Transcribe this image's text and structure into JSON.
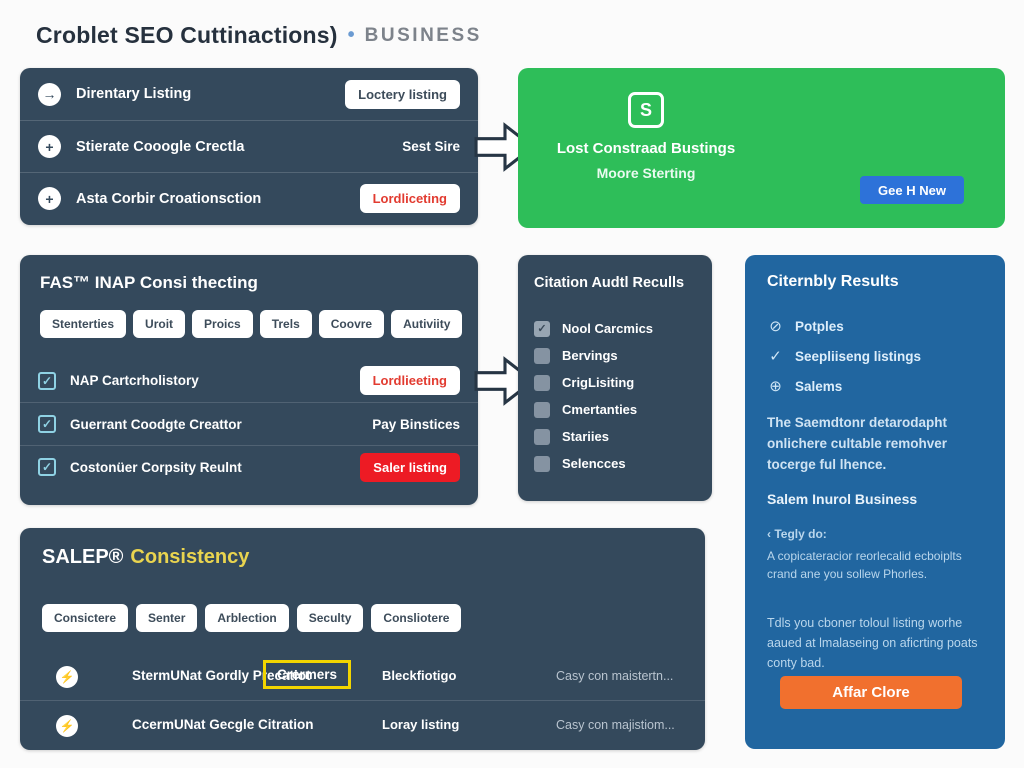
{
  "header": {
    "title": "Croblet SEO Cuttinactions)",
    "dot": "•",
    "badge": "BUSINESS"
  },
  "panel_directory": {
    "rows": [
      {
        "icon_glyph": "→",
        "label": "Direntary Listing",
        "action": "Loctery listing"
      },
      {
        "icon_glyph": "+",
        "label": "Stierate Cooogle Crectla",
        "action": "Sest Sire"
      },
      {
        "icon_glyph": "+",
        "label": "Asta Corbir Croationsction",
        "action": "Lordliceting"
      }
    ]
  },
  "panel_green": {
    "icon_letter": "S",
    "title": "Lost Constraad Bustings",
    "subtitle": "Moore Sterting",
    "button": "Gee H New",
    "button_color": "#2d72d9",
    "bg_color": "#2ebe59"
  },
  "panel_nap": {
    "title": "FAS™ INAP Consi thecting",
    "chips": [
      "Stenterties",
      "Uroit",
      "Proics",
      "Trels",
      "Coovre",
      "Autiviity"
    ],
    "check_glyph": "✓",
    "rows": [
      {
        "label": "NAP Cartcrholistory",
        "action": "Lordlieeting"
      },
      {
        "label": "Guerrant Coodgte Creattor",
        "action": "Pay Binstices"
      },
      {
        "label": "Costonüer Corpsity Reulnt",
        "action": "Saler listing"
      }
    ]
  },
  "panel_audit": {
    "title": "Citation Audtl Reculls",
    "check_glyph": "✓",
    "items": [
      {
        "label": "Nool Carcmics",
        "checked": true
      },
      {
        "label": "Bervings",
        "checked": false
      },
      {
        "label": "CrigLisiting",
        "checked": false
      },
      {
        "label": "Cmertanties",
        "checked": false
      },
      {
        "label": "Stariies",
        "checked": false
      },
      {
        "label": "Selencces",
        "checked": false
      }
    ]
  },
  "panel_results": {
    "title": "Citernbly Results",
    "items": [
      {
        "icon_glyph": "⊘",
        "icon_name": "no-entry-icon",
        "label": "Potples"
      },
      {
        "icon_glyph": "✓",
        "icon_name": "check-icon",
        "label": "Seepliiseng listings"
      },
      {
        "icon_glyph": "⊕",
        "icon_name": "globe-icon",
        "label": "Salems"
      }
    ],
    "paragraph1": "The Saemdtonr detarodapht onlichere cultable remohver tocerge ful lhence.",
    "subhead": "Salem Inurol Business",
    "note_title": "‹ Tegly do:",
    "note_body": "A copicateracior reorlecalid ecboiplts crand ane you sollew Phorles.",
    "paragraph2": "Tdls you cboner toloul listing worhe aaued at lmalaseing on aficrting poats conty bad.",
    "button": "Affar Clore",
    "button_color": "#f1702e",
    "bg_color": "#2166a0"
  },
  "panel_salep": {
    "title_main": "SALEP®",
    "title_accent": "Consistency",
    "accent_color": "#e9d44f",
    "highlight_border_color": "#f2d500",
    "chips": [
      "Consictere",
      "Senter",
      "Arblection",
      "Seculty",
      "Consliotere"
    ],
    "bolt_glyph": "⚡",
    "rows": [
      {
        "label": "StermUNat Gordly Precatiot",
        "highlight": "Crermers",
        "middle": "Bleckfiotigo",
        "right": "Casy con maistertn..."
      },
      {
        "label": "CcermUNat Gecgle Citration",
        "middle": "Loray listing",
        "right": "Casy con majistiom..."
      }
    ]
  },
  "colors": {
    "panel_dark": "#34495c",
    "red_button": "#ed1b24",
    "red_text": "#e23b30"
  }
}
